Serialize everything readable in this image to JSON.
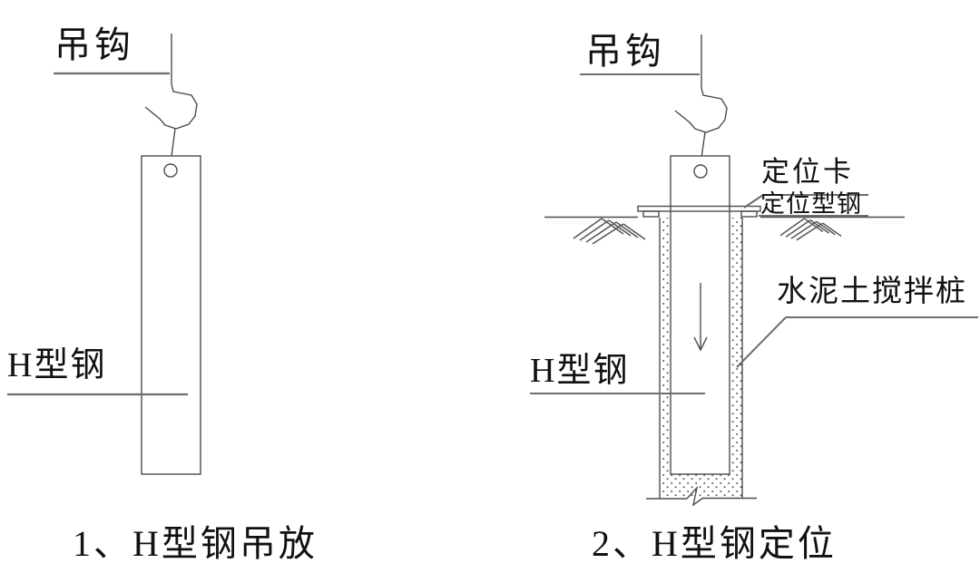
{
  "page": {
    "background": "#ffffff",
    "line_color": "#4d4d4d",
    "leader_color": "#6e6e6e",
    "text_color": "#111111"
  },
  "left_panel": {
    "hook_label": "吊钩",
    "beam_label": "H型钢",
    "caption": "1、H型钢吊放"
  },
  "right_panel": {
    "hook_label": "吊钩",
    "beam_label": "H型钢",
    "clamp_label": "定位卡",
    "guide_steel_label": "定位型钢",
    "pile_label": "水泥土搅拌桩",
    "caption": "2、H型钢定位"
  }
}
